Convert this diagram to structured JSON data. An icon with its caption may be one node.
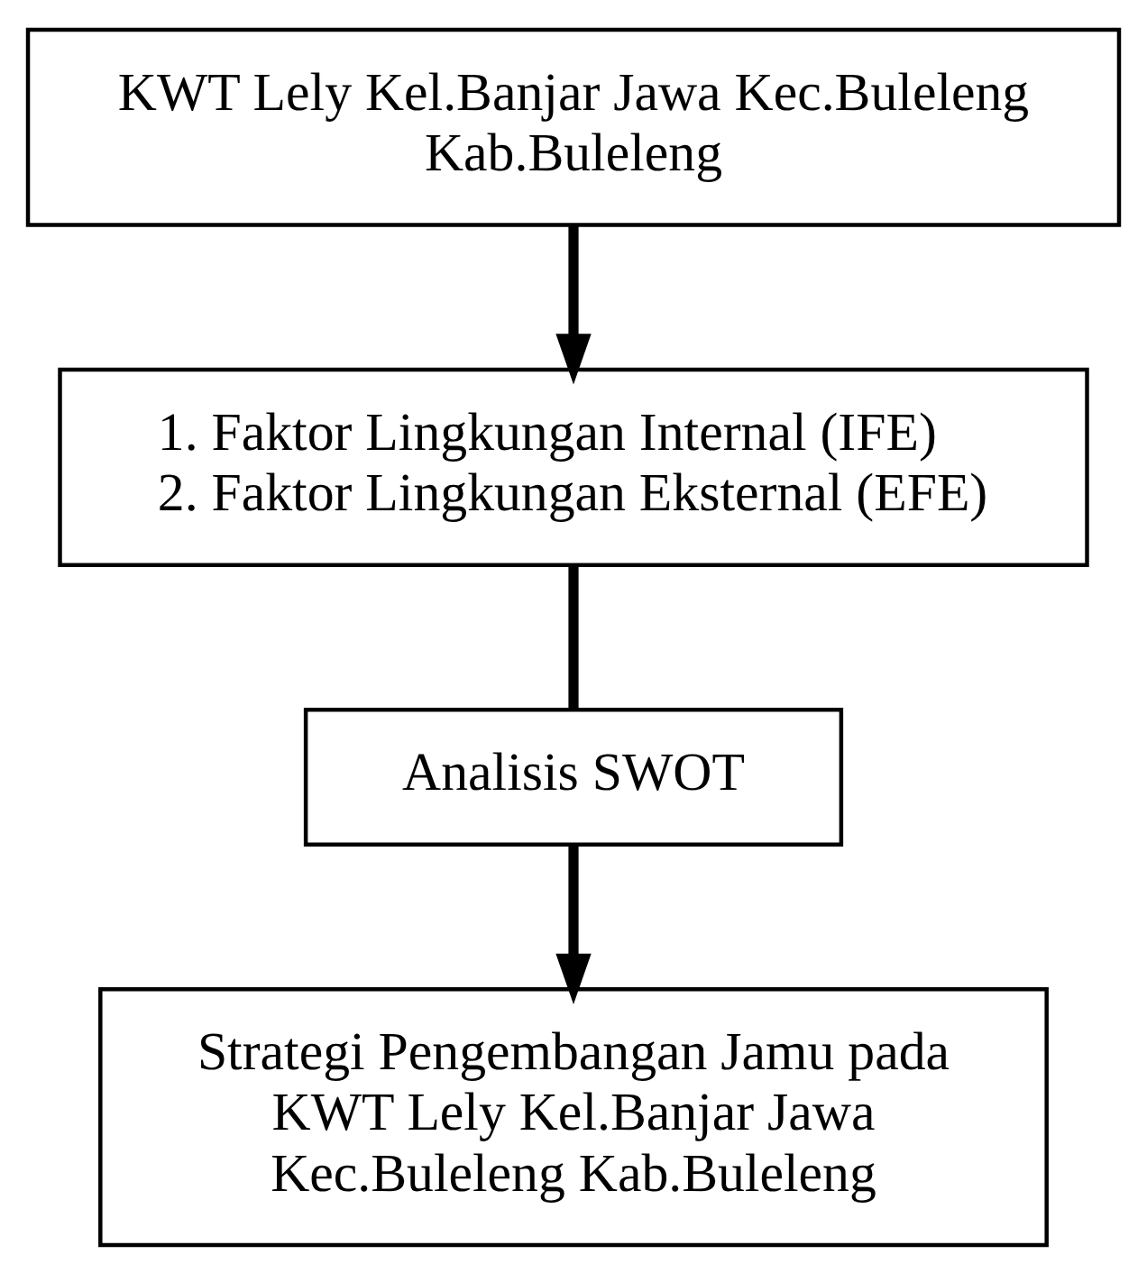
{
  "diagram": {
    "nodes": [
      {
        "text": [
          "KWT Lely Kel.Banjar Jawa Kec.Buleleng Kab.Buleleng"
        ]
      },
      {
        "text": [
          "1. Faktor Lingkungan Internal (IFE)",
          "2. Faktor Lingkungan Eksternal (EFE)"
        ]
      },
      {
        "text": [
          "Analisis SWOT"
        ]
      },
      {
        "text": [
          "Strategi Pengembangan Jamu pada KWT Lely Kel.Banjar Jawa Kec.Buleleng Kab.Buleleng"
        ]
      }
    ],
    "edges": [
      {
        "from": 0,
        "to": 1,
        "arrow": "to"
      },
      {
        "from": 1,
        "to": 2,
        "arrow": "none"
      },
      {
        "from": 2,
        "to": 3,
        "arrow": "to"
      }
    ]
  }
}
